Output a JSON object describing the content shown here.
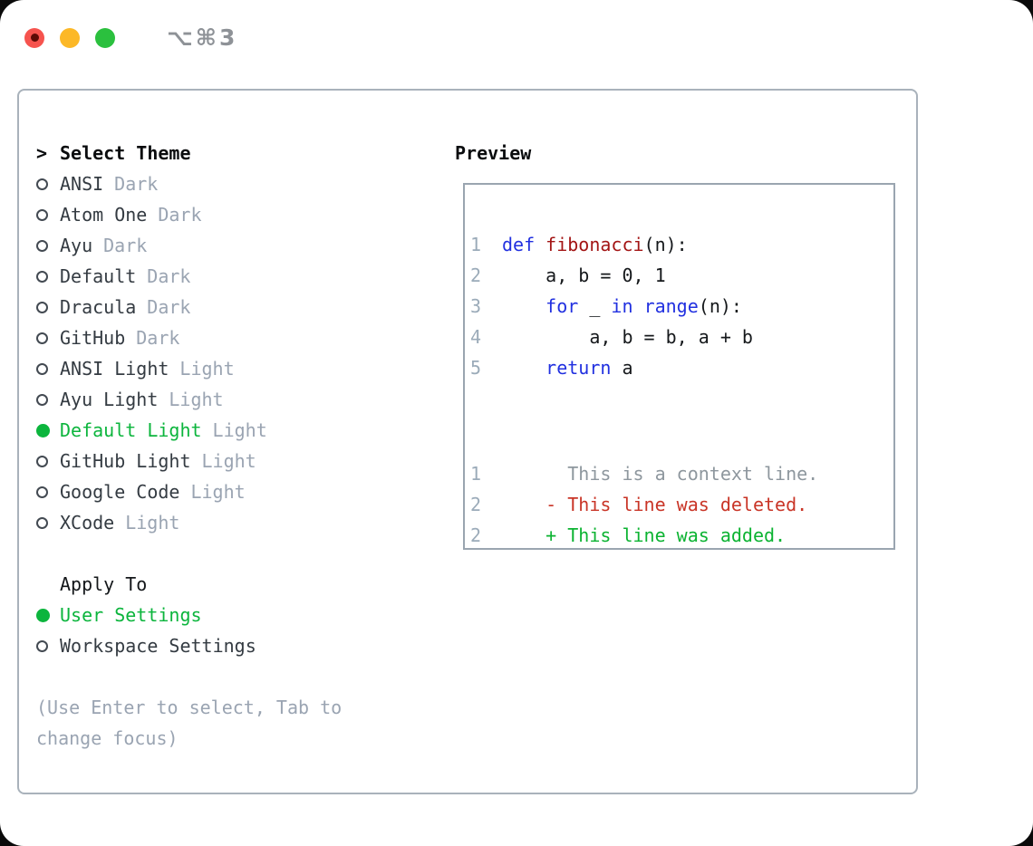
{
  "titlebar": {
    "shortcut": "⌥⌘3",
    "traffic_lights": [
      "close",
      "minimize",
      "zoom"
    ]
  },
  "theme_list": {
    "prompt": ">",
    "header": "Select Theme",
    "items": [
      {
        "name": "ANSI",
        "variant": "Dark",
        "selected": false
      },
      {
        "name": "Atom One",
        "variant": "Dark",
        "selected": false
      },
      {
        "name": "Ayu",
        "variant": "Dark",
        "selected": false
      },
      {
        "name": "Default",
        "variant": "Dark",
        "selected": false
      },
      {
        "name": "Dracula",
        "variant": "Dark",
        "selected": false
      },
      {
        "name": "GitHub",
        "variant": "Dark",
        "selected": false
      },
      {
        "name": "ANSI Light",
        "variant": "Light",
        "selected": false
      },
      {
        "name": "Ayu Light",
        "variant": "Light",
        "selected": false
      },
      {
        "name": "Default Light",
        "variant": "Light",
        "selected": true
      },
      {
        "name": "GitHub Light",
        "variant": "Light",
        "selected": false
      },
      {
        "name": "Google Code",
        "variant": "Light",
        "selected": false
      },
      {
        "name": "XCode",
        "variant": "Light",
        "selected": false
      }
    ]
  },
  "apply_to": {
    "header": "Apply To",
    "options": [
      {
        "label": "User Settings",
        "selected": true
      },
      {
        "label": "Workspace Settings",
        "selected": false
      }
    ]
  },
  "hint": "(Use Enter to select, Tab to change focus)",
  "preview": {
    "header": "Preview",
    "code_lines": [
      {
        "num": "1",
        "tokens": [
          [
            "kw",
            "def"
          ],
          [
            "plain",
            " "
          ],
          [
            "fn",
            "fibonacci"
          ],
          [
            "plain",
            "(n):"
          ]
        ]
      },
      {
        "num": "2",
        "tokens": [
          [
            "plain",
            "    a, b = 0, 1"
          ]
        ]
      },
      {
        "num": "3",
        "tokens": [
          [
            "plain",
            "    "
          ],
          [
            "kw",
            "for"
          ],
          [
            "plain",
            " _ "
          ],
          [
            "kw",
            "in"
          ],
          [
            "plain",
            " "
          ],
          [
            "kw",
            "range"
          ],
          [
            "plain",
            "(n):"
          ]
        ]
      },
      {
        "num": "4",
        "tokens": [
          [
            "plain",
            "        a, b = b, a + b"
          ]
        ]
      },
      {
        "num": "5",
        "tokens": [
          [
            "plain",
            "    "
          ],
          [
            "kw",
            "return"
          ],
          [
            "plain",
            " a"
          ]
        ]
      }
    ],
    "diff_lines": [
      {
        "num": "1",
        "type": "context",
        "text": "      This is a context line."
      },
      {
        "num": "2",
        "type": "deleted",
        "text": "    - This line was deleted."
      },
      {
        "num": "2",
        "type": "added",
        "text": "    + This line was added."
      }
    ]
  },
  "colors": {
    "accent_green": "#0cb53d",
    "keyword_blue": "#2130e0",
    "function_red": "#a31515",
    "diff_deleted_red": "#c93527",
    "diff_added_green": "#0cb332",
    "muted_gray": "#9aa4b2",
    "line_number_gray": "#9babb9",
    "border_gray": "#a9b2bb",
    "traffic_red": "#f6534e",
    "traffic_yellow": "#fcb827",
    "traffic_green": "#2bc03e"
  }
}
